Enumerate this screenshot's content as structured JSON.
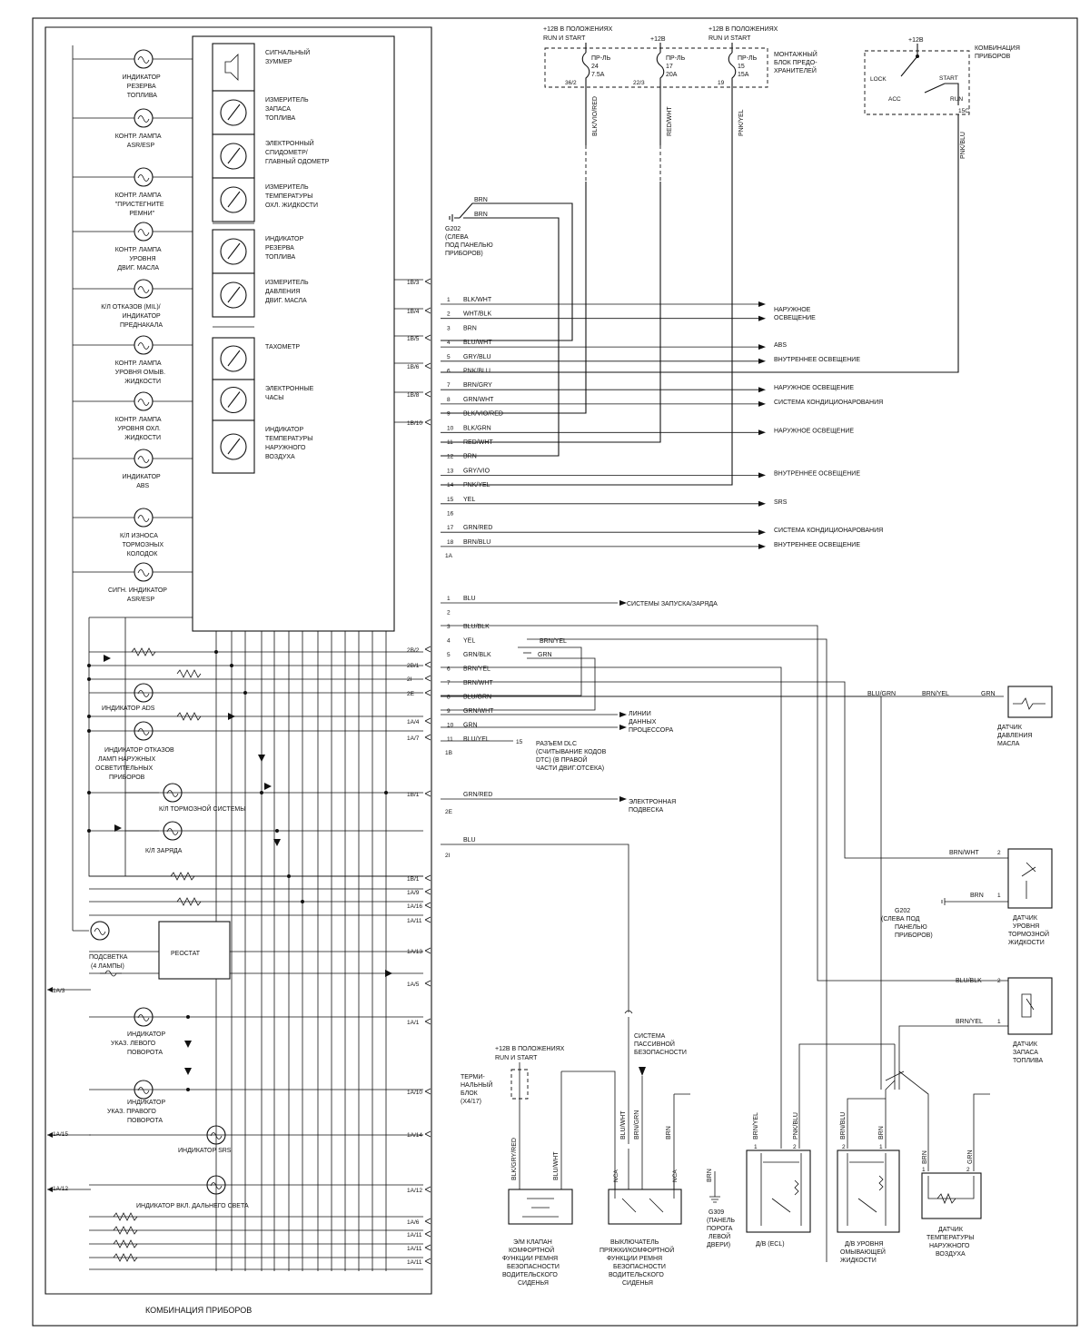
{
  "cluster": {
    "title": "КОМБИНАЦИЯ ПРИБОРОВ",
    "gauges": [
      [
        "СИГНАЛЬНЫЙ",
        "ЗУММЕР"
      ],
      [
        "ИЗМЕРИТЕЛЬ",
        "ЗАПАСА",
        "ТОПЛИВА"
      ],
      [
        "ЭЛЕКТРОННЫЙ",
        "СПИДОМЕТР/",
        "ГЛАВНЫЙ ОДОМЕТР"
      ],
      [
        "ИЗМЕРИТЕЛЬ",
        "ТЕМПЕРАТУРЫ",
        "ОХЛ. ЖИДКОСТИ"
      ],
      [
        "ИНДИКАТОР",
        "РЕЗЕРВА",
        "ТОПЛИВА"
      ],
      [
        "ИЗМЕРИТЕЛЬ",
        "ДАВЛЕНИЯ",
        "ДВИГ. МАСЛА"
      ],
      [
        "ТАХОМЕТР"
      ],
      [
        "ЭЛЕКТРОННЫЕ",
        "ЧАСЫ"
      ],
      [
        "ИНДИКАТОР",
        "ТЕМПЕРАТУРЫ",
        "НАРУЖНОГО",
        "ВОЗДУХА"
      ]
    ],
    "lamps_left": [
      [
        "ИНДИКАТОР",
        "РЕЗЕРВА",
        "ТОПЛИВА"
      ],
      [
        "КОНТР. ЛАМПА",
        "ASR/ESP"
      ],
      [
        "КОНТР. ЛАМПА",
        "\"ПРИСТЕГНИТЕ",
        "РЕМНИ\""
      ],
      [
        "КОНТР. ЛАМПА",
        "УРОВНЯ",
        "ДВИГ. МАСЛА"
      ],
      [
        "К/Л ОТКАЗОВ (MIL)/",
        "ИНДИКАТОР",
        "ПРЕДНАКАЛА"
      ],
      [
        "КОНТР. ЛАМПА",
        "УРОВНЯ ОМЫВ.",
        "ЖИДКОСТИ"
      ],
      [
        "КОНТР. ЛАМПА",
        "УРОВНЯ ОХЛ.",
        "ЖИДКОСТИ"
      ],
      [
        "ИНДИКАТОР",
        "ABS"
      ],
      [
        "К/Л ИЗНОСА",
        "ТОРМОЗНЫХ",
        "КОЛОДОК"
      ],
      [
        "СИГН. ИНДИКАТОР",
        "ASR/ESP"
      ]
    ],
    "lower_lamps": {
      "ads": "ИНДИКАТОР ADS",
      "ext_fail": [
        "ИНДИКАТОР ОТКАЗОВ",
        "ЛАМП НАРУЖНЫХ",
        "ОСВЕТИТЕЛЬНЫХ",
        "ПРИБОРОВ"
      ],
      "brake": "К/Л ТОРМОЗНОЙ СИСТЕМЫ",
      "charge": "К/Л ЗАРЯДА",
      "backlight": [
        "ПОДСВЕТКА",
        "(4 ЛАМПЫ)"
      ],
      "rheostat": "РЕОСТАТ",
      "left_turn": [
        "ИНДИКАТОР",
        "УКАЗ. ЛЕВОГО",
        "ПОВОРОТА"
      ],
      "right_turn": [
        "ИНДИКАТОР",
        "УКАЗ. ПРАВОГО",
        "ПОВОРОТА"
      ],
      "srs": "ИНДИКАТОР SRS",
      "high_beam": "ИНДИКАТОР ВКЛ. ДАЛЬНЕГО СВЕТА"
    },
    "connector_labels": [
      "1В/3",
      "1В/4",
      "1В/5",
      "1В/6",
      "1В/8",
      "1В/10",
      "2В/2",
      "2В/1",
      "2I",
      "2E",
      "1А/4",
      "1А/7",
      "1В/1",
      "1В/1",
      "1А/9",
      "1А/16",
      "1А/11",
      "1А/13",
      "1А/5",
      "1А/1",
      "1А/10",
      "1А/14",
      "1А/12",
      "1А/6",
      "1А/11",
      "1А/11",
      "1А/11"
    ],
    "left_exits": [
      "1А/3",
      "1А/15",
      "1А/12"
    ]
  },
  "fuse_block": {
    "header_left": [
      "+12В В ПОЛОЖЕНИЯХ",
      "RUN И START"
    ],
    "header_mid": "+12В",
    "header_right": [
      "+12В В ПОЛОЖЕНИЯХ",
      "RUN И START"
    ],
    "title": [
      "МОНТАЖНЫЙ",
      "БЛОК ПРЕДО-",
      "ХРАНИТЕЛЕЙ"
    ],
    "fuses": [
      {
        "name": [
          "ПР-ЛЬ",
          "24",
          "7.5А"
        ],
        "pin": "36/2",
        "wire": "BLK/VIO/RED"
      },
      {
        "name": [
          "ПР-ЛЬ",
          "17",
          "20А"
        ],
        "pin": "22/3",
        "wire": "RED/WHT"
      },
      {
        "name": [
          "ПР-ЛЬ",
          "15",
          "15А"
        ],
        "pin": "19",
        "wire": "PNK/YEL"
      }
    ]
  },
  "ignition": {
    "title": [
      "КОМБИНАЦИЯ",
      "ПРИБОРОВ"
    ],
    "supply": "+12В",
    "positions": [
      "LOCK",
      "START",
      "ACC",
      "RUN"
    ],
    "pin": "15C",
    "wire": "PNK/BLU"
  },
  "ground_g202": {
    "label": [
      "G202",
      "(СЛЕВА",
      "ПОД ПАНЕЛЬЮ",
      "ПРИБОРОВ)"
    ],
    "wires": [
      "BRN",
      "BRN"
    ]
  },
  "connector_a": [
    {
      "pin": "1",
      "wire": "BLK/WHT",
      "dest": ""
    },
    {
      "pin": "2",
      "wire": "WHT/BLK",
      "dest": ""
    },
    {
      "pin": "3",
      "wire": "BRN",
      "dest": ""
    },
    {
      "pin": "4",
      "wire": "BLU/WHT",
      "dest": "ABS"
    },
    {
      "pin": "5",
      "wire": "GRY/BLU",
      "dest": "ВНУТРЕННЕЕ ОСВЕЩЕНИЕ"
    },
    {
      "pin": "6",
      "wire": "PNK/BLU",
      "dest": ""
    },
    {
      "pin": "7",
      "wire": "BRN/GRY",
      "dest": "НАРУЖНОЕ ОСВЕЩЕНИЕ"
    },
    {
      "pin": "8",
      "wire": "GRN/WHT",
      "dest": "СИСТЕМА КОНДИЦИОНАРОВАНИЯ"
    },
    {
      "pin": "9",
      "wire": "BLK/VIO/RED",
      "dest": ""
    },
    {
      "pin": "10",
      "wire": "BLK/GRN",
      "dest": "НАРУЖНОЕ ОСВЕЩЕНИЕ"
    },
    {
      "pin": "11",
      "wire": "RED/WHT",
      "dest": ""
    },
    {
      "pin": "12",
      "wire": "BRN",
      "dest": ""
    },
    {
      "pin": "13",
      "wire": "GRY/VIO",
      "dest": "ВНУТРЕННЕЕ ОСВЕЩЕНИЕ"
    },
    {
      "pin": "14",
      "wire": "PNK/YEL",
      "dest": ""
    },
    {
      "pin": "15",
      "wire": "YEL",
      "dest": "SRS"
    },
    {
      "pin": "16",
      "wire": "",
      "dest": ""
    },
    {
      "pin": "17",
      "wire": "GRN/RED",
      "dest": "СИСТЕМА КОНДИЦИОНАРОВАНИЯ"
    },
    {
      "pin": "18",
      "wire": "BRN/BLU",
      "dest": "ВНУТРЕННЕЕ ОСВЕЩЕНИЕ"
    }
  ],
  "connector_a_id": "1А",
  "dest_ext_light": [
    "НАРУЖНОЕ",
    "ОСВЕЩЕНИЕ"
  ],
  "connector_b": [
    {
      "pin": "1",
      "wire": "BLU"
    },
    {
      "pin": "2",
      "wire": ""
    },
    {
      "pin": "3",
      "wire": "BLU/BLK"
    },
    {
      "pin": "4",
      "wire": "YEL"
    },
    {
      "pin": "5",
      "wire": "GRN/BLK"
    },
    {
      "pin": "6",
      "wire": "BRN/YEL"
    },
    {
      "pin": "7",
      "wire": "BRN/WHT"
    },
    {
      "pin": "8",
      "wire": "BLU/GRN"
    },
    {
      "pin": "9",
      "wire": "GRN/WHT"
    },
    {
      "pin": "10",
      "wire": "GRN"
    },
    {
      "pin": "11",
      "wire": "BLU/YEL"
    }
  ],
  "connector_b_id": "1В",
  "charge_dest": "СИСТЕМЫ ЗАПУСКА/ЗАРЯДА",
  "data_lines": [
    "ЛИНИИ",
    "ДАННЫХ",
    "ПРОЦЕССОРА"
  ],
  "dlc": {
    "pin": "15",
    "label": [
      "РАЗЪЕМ DLC",
      "(СЧИТЫВАНИЕ КОДОВ",
      "DTC) (В ПРАВОЙ",
      "ЧАСТИ ДВИГ.ОТСЕКА)"
    ]
  },
  "splice_wires": {
    "brn_yel": "BRN/YEL",
    "grn": "GRN"
  },
  "susp": {
    "conn": "2E",
    "wire": "GRN/RED",
    "label": [
      "ЭЛЕКТРОННАЯ",
      "ПОДВЕСКА"
    ]
  },
  "passive": {
    "conn": "2I",
    "wire": "BLU",
    "label": [
      "СИСТЕМА",
      "ПАССИВНОЙ",
      "БЕЗОПАСНОСТИ"
    ]
  },
  "oil_sensor": {
    "label": [
      "ДАТЧИК",
      "ДАВЛЕНИЯ",
      "МАСЛА"
    ],
    "wires": [
      "BLU/GRN",
      "BRN/YEL",
      "GRN"
    ]
  },
  "brake_fluid": {
    "label": [
      "ДАТЧИК",
      "УРОВНЯ",
      "ТОРМОЗНОЙ",
      "ЖИДКОСТИ"
    ],
    "wires": [
      "BRN/WHT",
      "BRN"
    ],
    "pins": [
      "2",
      "1"
    ],
    "ground": [
      "G202",
      "(СЛЕВА ПОД",
      "ПАНЕЛЬЮ",
      "ПРИБОРОВ)"
    ]
  },
  "fuel_level": {
    "label": [
      "ДАТЧИК",
      "ЗАПАСА",
      "ТОПЛИВА"
    ],
    "wires": [
      "BLU/BLK",
      "BRN/YEL"
    ],
    "pins": [
      "2",
      "1"
    ]
  },
  "bottom": {
    "supply": [
      "+12В В ПОЛОЖЕНИЯХ",
      "RUN И START"
    ],
    "terminal_block": [
      "ТЕРМИ-",
      "НАЛЬНЫЙ",
      "БЛОК",
      "(X4/17)"
    ],
    "valve": {
      "label": [
        "Э/М КЛАПАН",
        "КОМФОРТНОЙ",
        "ФУНКЦИИ РЕМНЯ",
        "БЕЗОПАСНОСТИ",
        "ВОДИТЕЛЬСКОГО",
        "СИДЕНЬЯ"
      ],
      "wires": [
        "BLK/GRY/RED",
        "BLU/WHT"
      ]
    },
    "buckle": {
      "label": [
        "ВЫКЛЮЧАТЕЛЬ",
        "ПРЯЖКИ/КОМФОРТНОЙ",
        "ФУНКЦИИ РЕМНЯ",
        "БЕЗОПАСНОСТИ",
        "ВОДИТЕЛЬСКОГО",
        "СИДЕНЬЯ"
      ],
      "wires": [
        "BLU/WHT",
        "BRN/GRN",
        "BRN"
      ],
      "pins": [
        "NCA",
        "NCA"
      ]
    },
    "g309": {
      "label": [
        "G309",
        "(ПАНЕЛЬ",
        "ПОРОГА",
        "ЛЕВОЙ",
        "ДВЕРИ)"
      ],
      "wire": "BRN"
    },
    "ecl": {
      "label": "Д/В (ECL)",
      "wires": [
        "BRN/YEL",
        "PNK/BLU"
      ],
      "pins": [
        "1",
        "2"
      ]
    },
    "washer": {
      "label": [
        "Д/В УРОВНЯ",
        "ОМЫВАЮЩЕЙ",
        "ЖИДКОСТИ"
      ],
      "wires": [
        "BRN/BLU",
        "BRN"
      ],
      "pins": [
        "2",
        "1"
      ]
    },
    "outside_temp": {
      "label": [
        "ДАТЧИК",
        "ТЕМПЕРАТУРЫ",
        "НАРУЖНОГО",
        "ВОЗДУХА"
      ],
      "wires": [
        "BRN",
        "GRN"
      ],
      "pins": [
        "1",
        "2"
      ]
    }
  }
}
